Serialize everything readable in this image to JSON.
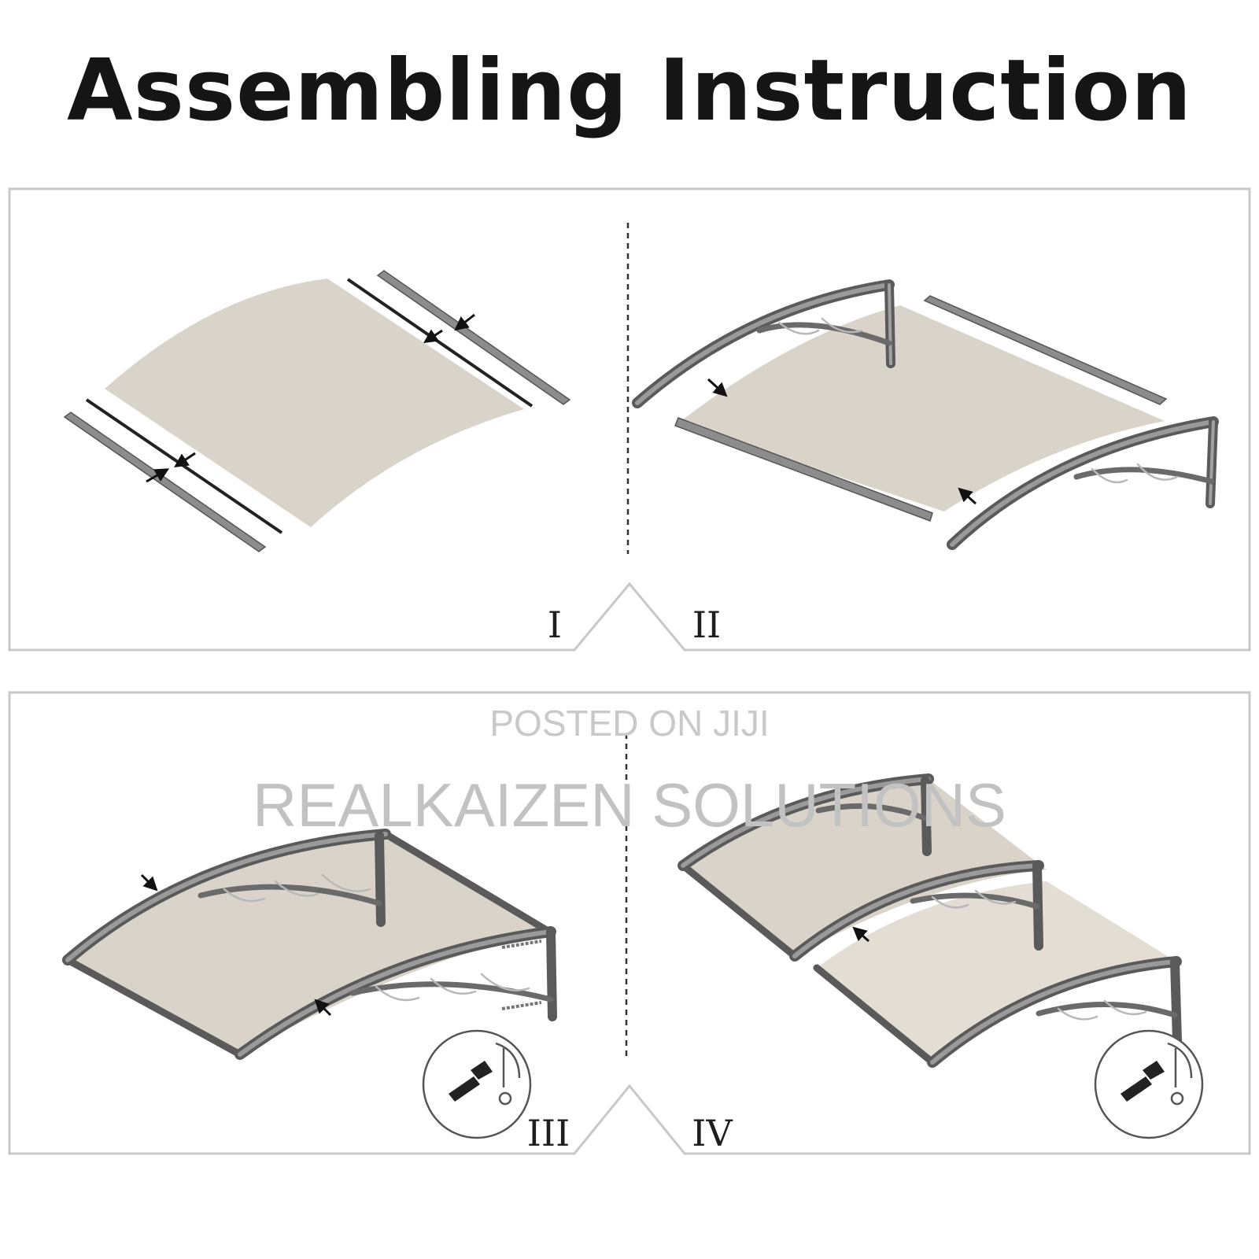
{
  "title": "Assembling Instruction",
  "steps": [
    {
      "label": "I"
    },
    {
      "label": "II"
    },
    {
      "label": "III"
    },
    {
      "label": "IV"
    }
  ],
  "watermark": {
    "line1": "POSTED ON JIJI",
    "line2": "REALKAIZEN SOLUTIONS"
  },
  "colors": {
    "sheet": "#d9d3ca",
    "bracket": "#5a5a5a",
    "frame": "#c8c8c8"
  }
}
